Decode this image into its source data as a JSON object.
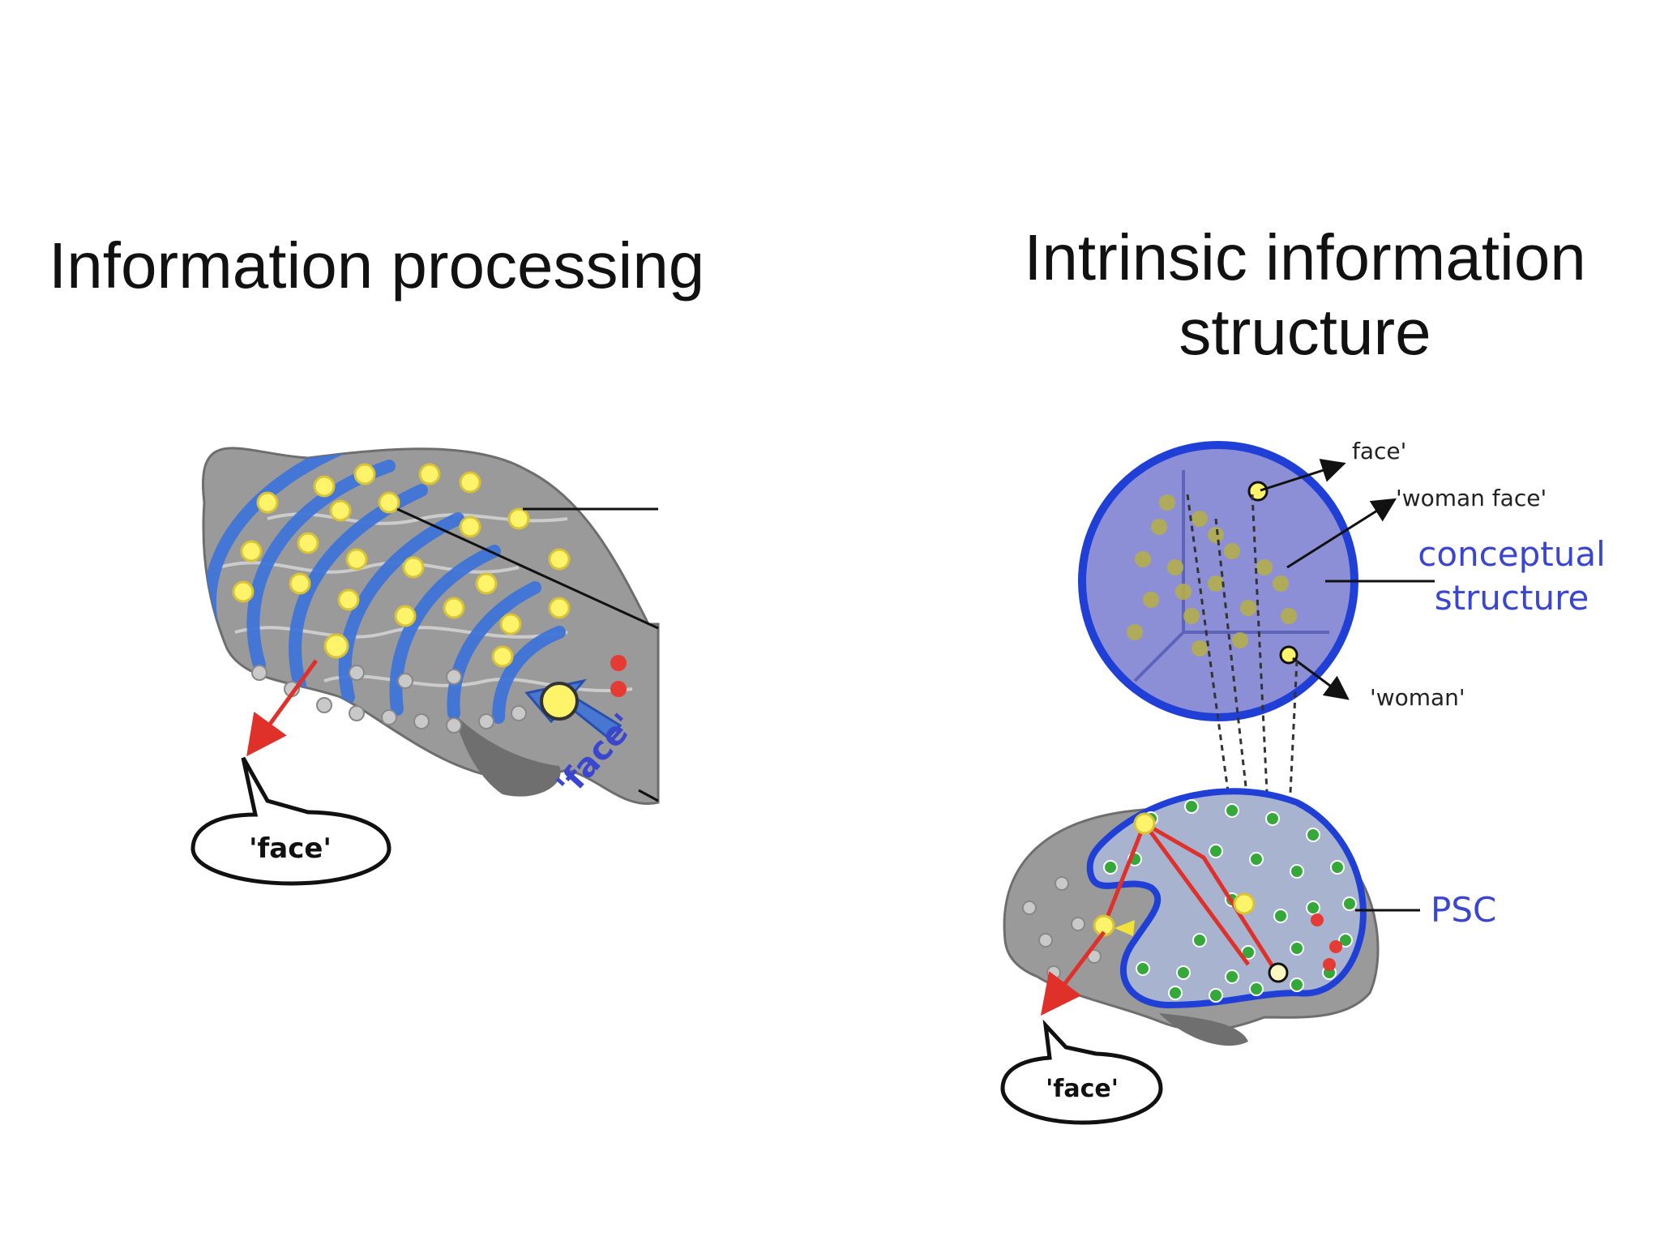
{
  "left_panel": {
    "title": "Information processing",
    "input_label": "'face'",
    "speech_label": "'face'"
  },
  "right_panel": {
    "title_line1": "Intrinsic information",
    "title_line2": "structure",
    "concept_labels": [
      "face'",
      "'woman face'",
      "'woman'"
    ],
    "conceptual_label_line1": "conceptual",
    "conceptual_label_line2": "structure",
    "psc_label": "PSC",
    "speech_label": "'face'"
  },
  "colors": {
    "brain_gray": "#8c8c8c",
    "wave_blue": "#3f74d8",
    "node_yellow": "#fff36a",
    "arrow_red": "#e0302a",
    "concept_circle": "#8d8fd6",
    "outline_blue": "#1f3fd6",
    "label_blue": "#3b46d0",
    "node_green": "#35a83a"
  }
}
